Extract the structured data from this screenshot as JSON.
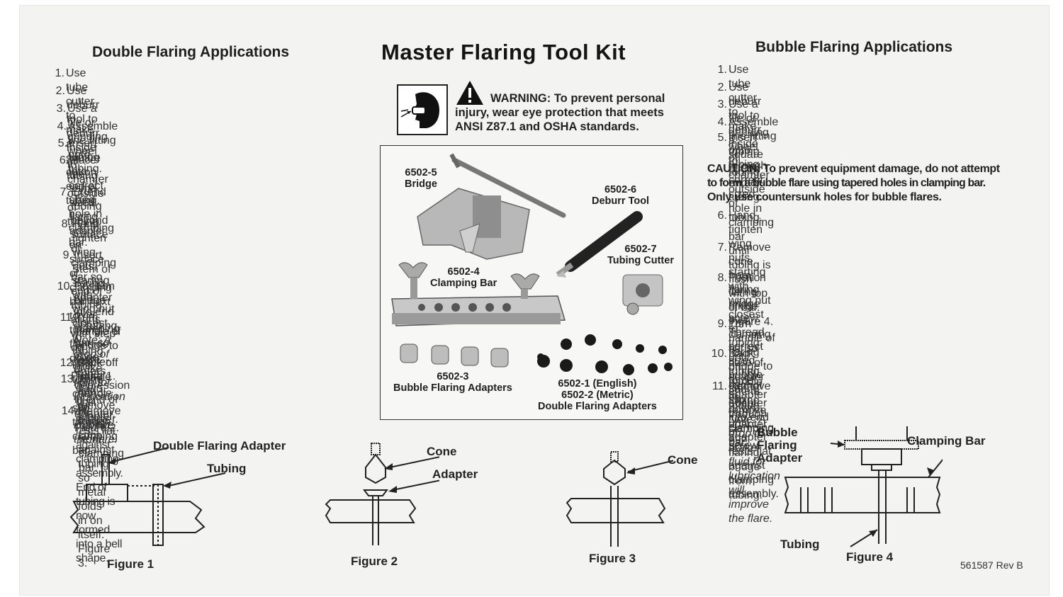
{
  "title": "Master Flaring Tool Kit",
  "warning": {
    "icon": "warning-triangle-icon",
    "safety_icon": "eye-protection-icon",
    "lines": [
      "WARNING: To prevent personal",
      "injury, wear eye protection that meets",
      "ANSI Z87.1 and OSHA standards."
    ]
  },
  "double": {
    "heading": "Double Flaring Applications",
    "steps": [
      {
        "n": "1.",
        "lines": [
          "Use tube cutter to make a square cut on end of tubing."
        ]
      },
      {
        "n": "2.",
        "lines": [
          "Use deburr tool to deburr inside of tubing."
        ]
      },
      {
        "n": "3.",
        "lines": [
          "Use a file or grinding wheel to chamfer outside of tubing."
        ]
      },
      {
        "n": "4.",
        "lines": [
          "Assemble line fitting onto tubing."
        ]
      },
      {
        "n": "5.",
        "lines": [
          "Insert tubing into correct sized hole in clamping bar."
        ]
      },
      {
        "n": "6.",
        "lines": [
          "Place the same sized flaring adapter on surface of clamping",
          "bar next to tubing, flat side down."
        ]
      },
      {
        "n": "7.",
        "lines": [
          "Extend tubing beyond surface of clamping bar so end of",
          "tubing aligns with step on adapter. Figure 1."
        ]
      },
      {
        "n": "8.",
        "lines": [
          "Hand tighten wing nuts, starting with wing nut closest to",
          "tubing, until tubing cannot slip through clamping bar."
        ]
      },
      {
        "n": "9.",
        "lines": [
          "Insert stem of flaring adapter into end of tubing.",
          "drop of brake fluid for lubrication will improve the flare."
        ],
        "note": "Note: A"
      },
      {
        "n": "10.",
        "lines": [
          "Position bridge over clamping bar so cone enters",
          "depression in end of adapter. Figure 2."
        ]
      },
      {
        "n": "11.",
        "lines": [
          "Turn handle of bridge to force cone down until adapter",
          "rests flat against clamping assembly. End of tubing is now",
          "formed into a bell shape."
        ]
      },
      {
        "n": "12.",
        "lines": [
          "Back off handle and remove adapter."
        ]
      },
      {
        "n": "13.",
        "lines": [
          "Turn handle to force cone against tubing so metal folds",
          "in on itself. Figure 3."
        ]
      },
      {
        "n": "14.",
        "lines": [
          "Remove tubing from clamping bar."
        ]
      }
    ]
  },
  "bubble": {
    "heading": "Bubble Flaring Applications",
    "steps_a": [
      {
        "n": "1.",
        "lines": [
          "Use tube cutter to make a square cut on end of tubing."
        ]
      },
      {
        "n": "2.",
        "lines": [
          "Use deburr tool to deburr inside of tubing."
        ]
      },
      {
        "n": "3.",
        "lines": [
          "Use a file or grinding wheel to chamfer outside of tubing."
        ]
      },
      {
        "n": "4.",
        "lines": [
          "Assemble line fitting onto tubing."
        ]
      },
      {
        "n": "5.",
        "lines": [
          "Insert tubing through correct sized hole in clamping bar",
          "until tubing is flush with top of bar. Figure 4."
        ]
      }
    ],
    "caution": [
      "CAUTION: To prevent equipment damage, do not attempt",
      "to form a bubble flare using tapered holes in clamping bar.",
      "Only use countersunk holes for bubble flares."
    ],
    "steps_b": [
      {
        "n": "6.",
        "lines": [
          "Hand tighten wing nuts, starting with wing nut closest to",
          "tubing, until tubing cannot slip through clamping bar."
        ]
      },
      {
        "n": "7.",
        "lines": [
          "Remove cone from flaring bridge screw. Thread correct",
          "sized bubble flaring adapter into end of screw."
        ]
      },
      {
        "n": "8.",
        "lines": [
          "Position flaring bridge over clamping bar so nose of adapter",
          "enters tubing."
        ],
        "note": "Note: A drop of brake fluid for lubrication",
        "note2": "will improve the flare."
      },
      {
        "n": "9.",
        "lines": [
          "Turn handle of flaring bridge to force adapter down until",
          "adapter rests flat against clamping assembly."
        ]
      },
      {
        "n": "10.",
        "lines": [
          "Back off handle to remove adapter and flaring bridge from",
          "tubing."
        ]
      },
      {
        "n": "11.",
        "lines": [
          "Remove tubing from clamping bar."
        ]
      }
    ]
  },
  "kit": {
    "bridge": [
      "6502-5",
      "Bridge"
    ],
    "deburr": [
      "6502-6",
      "Deburr Tool"
    ],
    "cutter": [
      "6502-7",
      "Tubing Cutter"
    ],
    "clamp": [
      "6502-4",
      "Clamping Bar"
    ],
    "bubble_adapters": [
      "6502-3",
      "Bubble Flaring Adapters"
    ],
    "double_adapters": [
      "6502-1 (English)",
      "6502-2 (Metric)",
      "Double Flaring Adapters"
    ]
  },
  "figures": {
    "fig1": {
      "caption": "Figure 1",
      "labels": [
        "Double Flaring Adapter",
        "Tubing"
      ]
    },
    "fig2": {
      "caption": "Figure 2",
      "labels": [
        "Cone",
        "Adapter"
      ]
    },
    "fig3": {
      "caption": "Figure 3",
      "labels": [
        "Cone"
      ]
    },
    "fig4": {
      "caption": "Figure 4",
      "labels": [
        "Bubble",
        "Flaring",
        "Adapter",
        "Clamping Bar",
        "Tubing"
      ]
    }
  },
  "revision": "561587 Rev B"
}
